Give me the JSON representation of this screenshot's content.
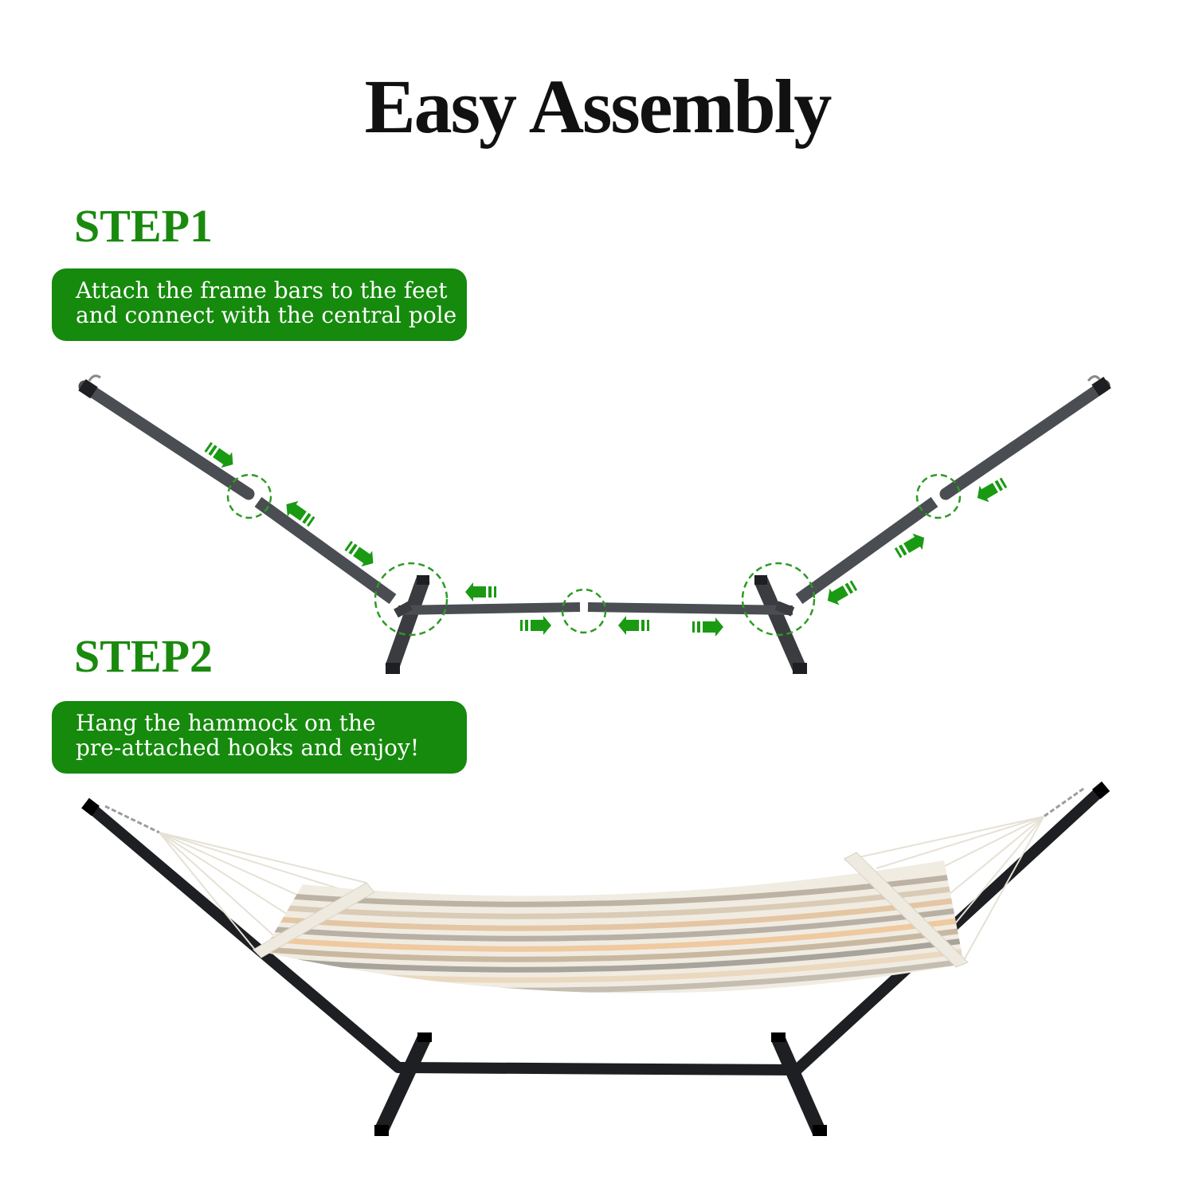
{
  "title": "Easy Assembly",
  "steps": [
    {
      "heading": "STEP1",
      "lines": [
        "Attach the frame bars to the feet",
        "and connect with the central pole"
      ]
    },
    {
      "heading": "STEP2",
      "lines": [
        "Hang the hammock on the",
        "pre-attached hooks and enjoy!"
      ]
    }
  ],
  "colors": {
    "accent_green": "#158a0c",
    "heading_green": "#1a8a0f",
    "frame": "#4a4d52",
    "frame_dark": "#1e1f22"
  }
}
